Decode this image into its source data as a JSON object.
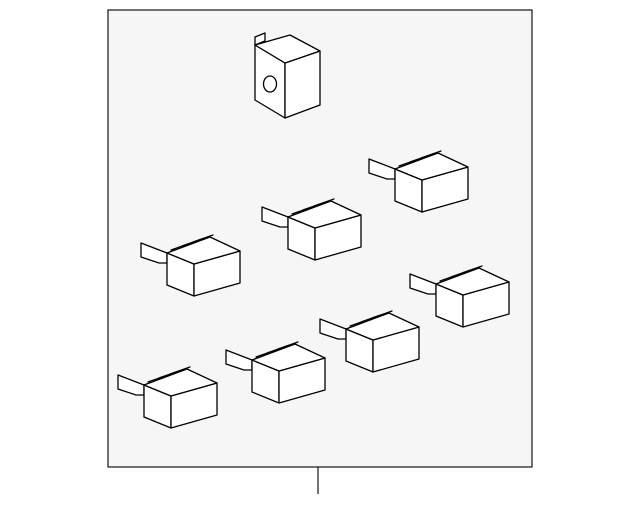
{
  "diagram": {
    "parts": [
      {
        "kind": "cube-module",
        "has_hole": true
      },
      {
        "kind": "relay-connector",
        "pins": 3
      },
      {
        "kind": "relay-connector",
        "pins": 3
      },
      {
        "kind": "relay-connector",
        "pins": 3
      },
      {
        "kind": "relay-connector",
        "pins": 3
      },
      {
        "kind": "relay-connector",
        "pins": 3
      },
      {
        "kind": "relay-connector",
        "pins": 3
      },
      {
        "kind": "relay-connector",
        "pins": 3
      }
    ],
    "colors": {
      "background": "#f6f6f6",
      "line": "#000000",
      "part_fill": "#ffffff"
    }
  }
}
